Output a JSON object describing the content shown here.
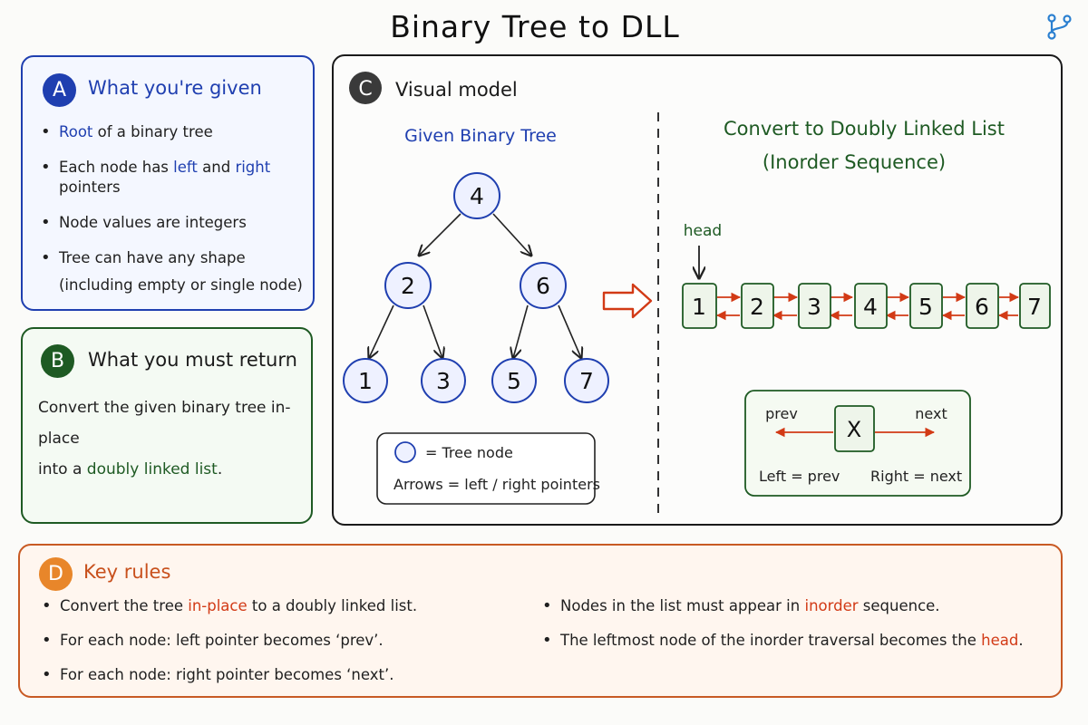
{
  "title": "Binary Tree to DLL",
  "panel_a": {
    "badge": "A",
    "heading": "What you're given",
    "bullets": [
      {
        "pre": "",
        "hl": "Root",
        "mid": " of a binary tree",
        "hl2": "",
        "post": ""
      },
      {
        "pre": "Each node has ",
        "hl": "left",
        "mid": " and ",
        "hl2": "right",
        "post": " pointers"
      },
      {
        "pre": "Node values are integers",
        "hl": "",
        "mid": "",
        "hl2": "",
        "post": ""
      }
    ],
    "bullet4_line1": "Tree can have any shape",
    "bullet4_line2": "(including empty or single node)"
  },
  "panel_b": {
    "badge": "B",
    "heading": "What you must return",
    "line1": "Convert the given binary tree in-place",
    "line2_pre": "into a ",
    "line2_hl": "doubly linked list",
    "line2_post": "."
  },
  "panel_c": {
    "badge": "C",
    "heading": "Visual model",
    "tree_title": "Given Binary Tree",
    "tree_nodes": [
      "4",
      "2",
      "6",
      "1",
      "3",
      "5",
      "7"
    ],
    "legend_node": "= Tree node",
    "legend_arrows": "Arrows = left / right pointers",
    "dll_title_1": "Convert to Doubly Linked List",
    "dll_title_2": "(Inorder Sequence)",
    "head_label": "head",
    "dll_nodes": [
      "1",
      "2",
      "3",
      "4",
      "5",
      "6",
      "7"
    ],
    "key_prev": "prev",
    "key_next": "next",
    "key_node": "X",
    "key_left": "Left = prev",
    "key_right": "Right = next"
  },
  "panel_d": {
    "badge": "D",
    "heading": "Key rules",
    "left_rules": [
      {
        "pre": "Convert the tree ",
        "hl": "in-place",
        "post": " to a doubly linked list."
      },
      {
        "pre": "For each node: left pointer becomes ‘prev’.",
        "hl": "",
        "post": ""
      },
      {
        "pre": "For each node: right pointer becomes ‘next’.",
        "hl": "",
        "post": ""
      }
    ],
    "right_rules": [
      {
        "pre": "Nodes in the list must appear in ",
        "hl": "inorder",
        "post": " sequence."
      },
      {
        "pre": "The leftmost node of the inorder traversal becomes the ",
        "hl": "head",
        "post": "."
      }
    ]
  },
  "colors": {
    "blue": "#1f3fb0",
    "green": "#1e5a23",
    "red": "#d23a16",
    "orange": "#e8862a",
    "dark": "#3a3a3a"
  }
}
